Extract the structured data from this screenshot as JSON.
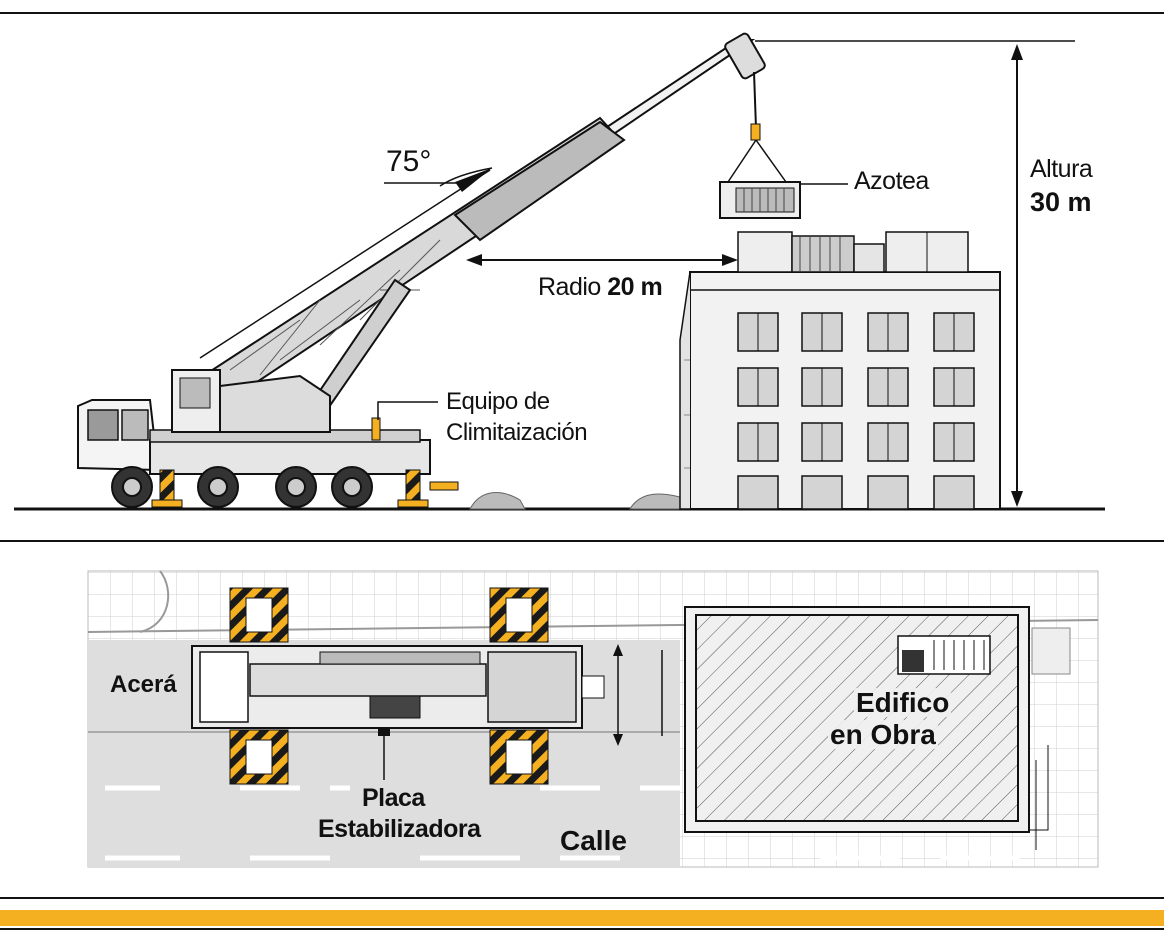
{
  "elevation": {
    "angle_label": "75°",
    "roof_label": "Azotea",
    "height_label": "Altura",
    "height_value": "30 m",
    "radius_label": "Radio",
    "radius_value": "20 m",
    "equipment_label_line1": "Equipo de",
    "equipment_label_line2": "Climitaización"
  },
  "plan": {
    "sidewalk_label": "Acerá",
    "building_label_line1": "Edifico",
    "building_label_line2": "en Obra",
    "plate_label_line1": "Placa",
    "plate_label_line2": "Estabilizadora",
    "street_label": "Calle"
  },
  "colors": {
    "accent_yellow": "#f5b021",
    "hazard_black": "#1a1a1a",
    "line": "#111111",
    "road_gray": "#d6d6d6",
    "building_gray": "#e8e8e8"
  }
}
